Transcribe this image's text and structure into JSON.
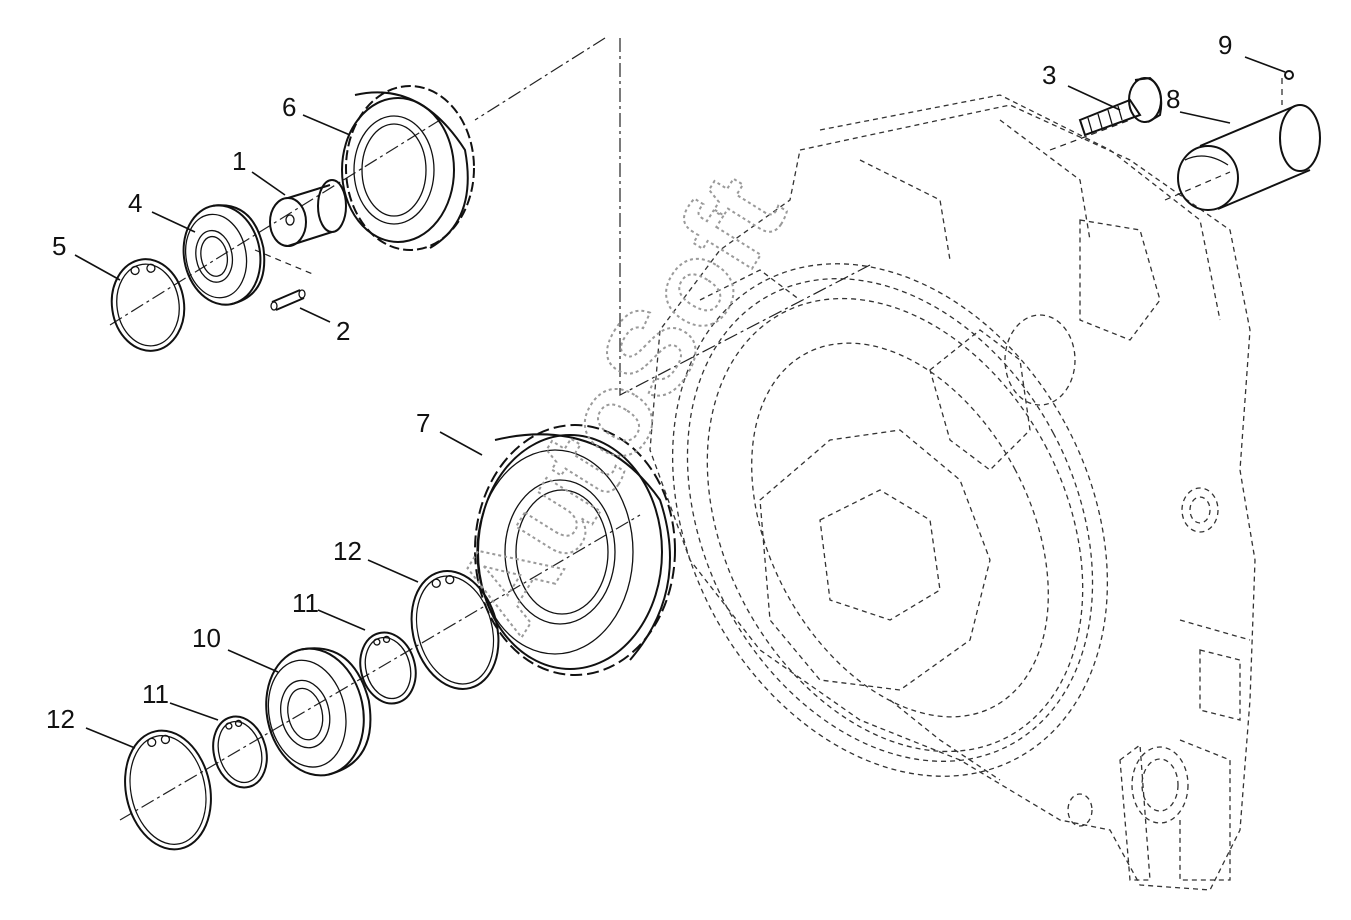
{
  "watermark": "AutoSoft",
  "callouts": [
    "1",
    "2",
    "3",
    "4",
    "5",
    "6",
    "7",
    "8",
    "9",
    "10",
    "11",
    "12",
    "11",
    "12"
  ]
}
